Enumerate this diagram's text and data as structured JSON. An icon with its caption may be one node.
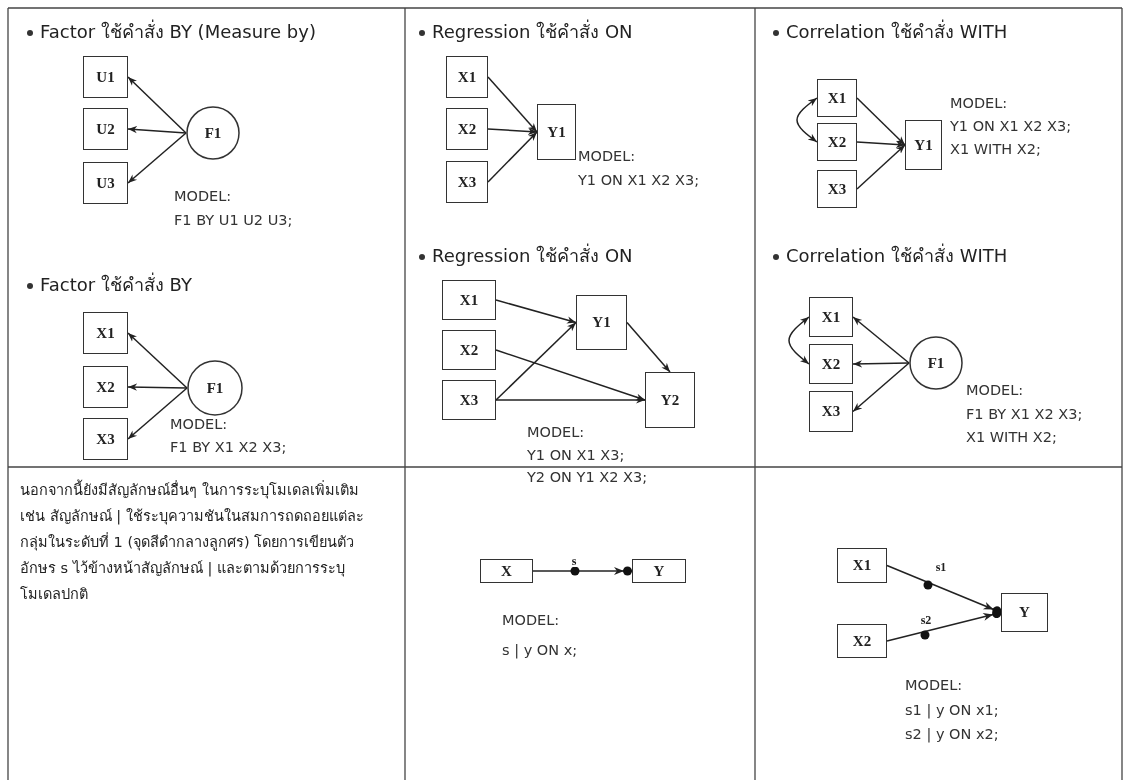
{
  "diagram": {
    "nodes": [
      {
        "text": [
          "U1"
        ]
      },
      {
        "text": [
          "U2"
        ]
      },
      {
        "text": [
          "U3"
        ]
      },
      {
        "text": [
          "F1"
        ]
      },
      {
        "text": [
          "X1"
        ]
      },
      {
        "text": [
          "X2"
        ]
      },
      {
        "text": [
          "X3"
        ]
      },
      {
        "text": [
          "F1"
        ]
      },
      {
        "text": [
          "X1"
        ]
      },
      {
        "text": [
          "X2"
        ]
      },
      {
        "text": [
          "X3"
        ]
      },
      {
        "text": [
          "Y1"
        ]
      },
      {
        "text": [
          "X1"
        ]
      },
      {
        "text": [
          "X2"
        ]
      },
      {
        "text": [
          "X3"
        ]
      },
      {
        "text": [
          "Y1"
        ]
      },
      {
        "text": [
          "Y2"
        ]
      },
      {
        "text": [
          "X1"
        ]
      },
      {
        "text": [
          "X2"
        ]
      },
      {
        "text": [
          "X3"
        ]
      },
      {
        "text": [
          "Y1"
        ]
      },
      {
        "text": [
          "X1"
        ]
      },
      {
        "text": [
          "X2"
        ]
      },
      {
        "text": [
          "X3"
        ]
      },
      {
        "text": [
          "F1"
        ]
      },
      {
        "text": [
          "X"
        ]
      },
      {
        "text": [
          "Y"
        ]
      },
      {
        "text": [
          "X1"
        ]
      },
      {
        "text": [
          "X2"
        ]
      },
      {
        "text": [
          "Y"
        ]
      }
    ],
    "edges": [
      {
        "from": 3,
        "to": 0,
        "arrow": "to"
      },
      {
        "from": 3,
        "to": 1,
        "arrow": "to"
      },
      {
        "from": 3,
        "to": 2,
        "arrow": "to"
      },
      {
        "from": 7,
        "to": 4,
        "arrow": "to"
      },
      {
        "from": 7,
        "to": 5,
        "arrow": "to"
      },
      {
        "from": 7,
        "to": 6,
        "arrow": "to"
      },
      {
        "from": 8,
        "to": 11,
        "arrow": "to"
      },
      {
        "from": 9,
        "to": 11,
        "arrow": "to"
      },
      {
        "from": 10,
        "to": 11,
        "arrow": "to"
      },
      {
        "from": 12,
        "to": 15,
        "arrow": "to"
      },
      {
        "from": 14,
        "to": 15,
        "arrow": "to"
      },
      {
        "from": 15,
        "to": 16,
        "arrow": "to"
      },
      {
        "from": 13,
        "to": 16,
        "arrow": "to"
      },
      {
        "from": 14,
        "to": 16,
        "arrow": "to"
      },
      {
        "from": 17,
        "to": 20,
        "arrow": "to"
      },
      {
        "from": 18,
        "to": 20,
        "arrow": "to"
      },
      {
        "from": 19,
        "to": 20,
        "arrow": "to"
      },
      {
        "from": 17,
        "to": 18,
        "arrow": "both"
      },
      {
        "from": 24,
        "to": 21,
        "arrow": "to"
      },
      {
        "from": 24,
        "to": 22,
        "arrow": "to"
      },
      {
        "from": 24,
        "to": 23,
        "arrow": "to"
      },
      {
        "from": 21,
        "to": 22,
        "arrow": "both"
      },
      {
        "from": 25,
        "to": 26,
        "arrow": "to",
        "label": "s"
      },
      {
        "from": 27,
        "to": 29,
        "arrow": "to",
        "label": "s1"
      },
      {
        "from": 28,
        "to": 29,
        "arrow": "to",
        "label": "s2"
      }
    ],
    "labels": [
      "Factor ใช้คำสั่ง BY (Measure by)",
      "MODEL:",
      "F1 BY U1 U2 U3;",
      "Factor ใช้คำสั่ง BY",
      "MODEL:",
      "F1 BY X1 X2 X3;",
      "Regression ใช้คำสั่ง ON",
      "MODEL:",
      "Y1 ON X1 X2 X3;",
      "Regression ใช้คำสั่ง ON",
      "MODEL:",
      "Y1 ON X1 X3;",
      "Y2 ON Y1 X2 X3;",
      "Correlation ใช้คำสั่ง WITH",
      "MODEL:",
      "Y1 ON X1 X2 X3;",
      "X1 WITH X2;",
      "Correlation ใช้คำสั่ง WITH",
      "MODEL:",
      "F1 BY X1 X2 X3;",
      "X1 WITH X2;",
      "นอกจากนี้ยังมีสัญลักษณ์อื่นๆ ในการระบุโมเดลเพิ่มเติม เช่น สัญลักษณ์ | ใช้ระบุความชันในสมการถดถอยแต่ละกลุ่มในระดับที่ 1 (จุดสีดำกลางลูกศร) โดยการเขียนตัวอักษร s ไว้ข้างหน้าสัญลักษณ์ | และตามด้วยการระบุโมเดลปกติ",
      "MODEL:",
      "s | y ON x;",
      "MODEL:",
      "s1 | y ON x1;",
      "s2 | y ON x2;"
    ]
  }
}
